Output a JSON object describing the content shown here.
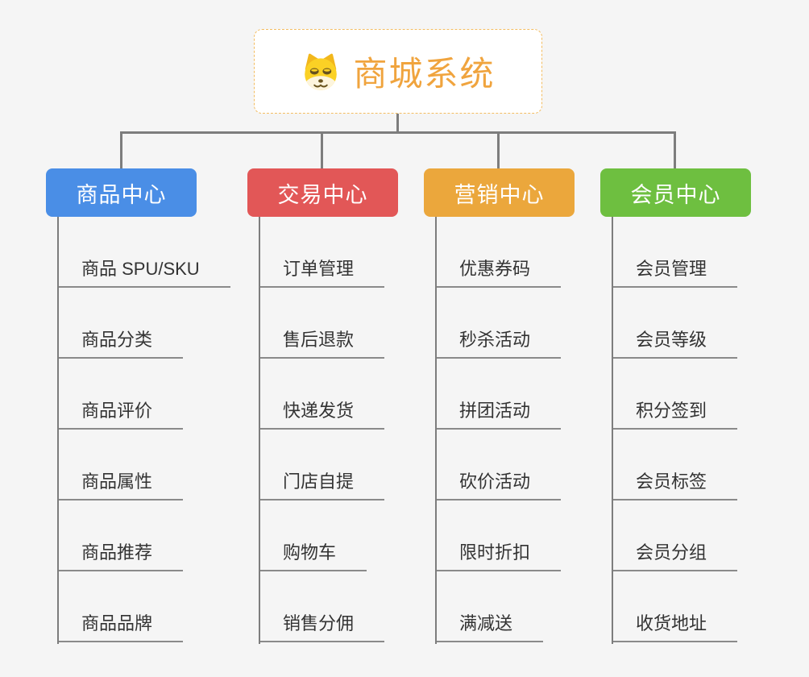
{
  "root": {
    "title": "商城系统",
    "icon": "doge-icon"
  },
  "branches": [
    {
      "label": "商品中心",
      "color": "#4a8ee6",
      "items": [
        "商品 SPU/SKU",
        "商品分类",
        "商品评价",
        "商品属性",
        "商品推荐",
        "商品品牌"
      ]
    },
    {
      "label": "交易中心",
      "color": "#e25757",
      "items": [
        "订单管理",
        "售后退款",
        "快递发货",
        "门店自提",
        "购物车",
        "销售分佣"
      ]
    },
    {
      "label": "营销中心",
      "color": "#eba73c",
      "items": [
        "优惠券码",
        "秒杀活动",
        "拼团活动",
        "砍价活动",
        "限时折扣",
        "满减送"
      ]
    },
    {
      "label": "会员中心",
      "color": "#6ebf40",
      "items": [
        "会员管理",
        "会员等级",
        "积分签到",
        "会员标签",
        "会员分组",
        "收货地址"
      ]
    }
  ],
  "colors": {
    "background": "#f5f5f5",
    "root_border": "#f3bd62",
    "root_text": "#f0a43e",
    "connector": "#7d7d7d",
    "leaf_underline": "#8a8a8a",
    "leaf_text": "#333333"
  }
}
